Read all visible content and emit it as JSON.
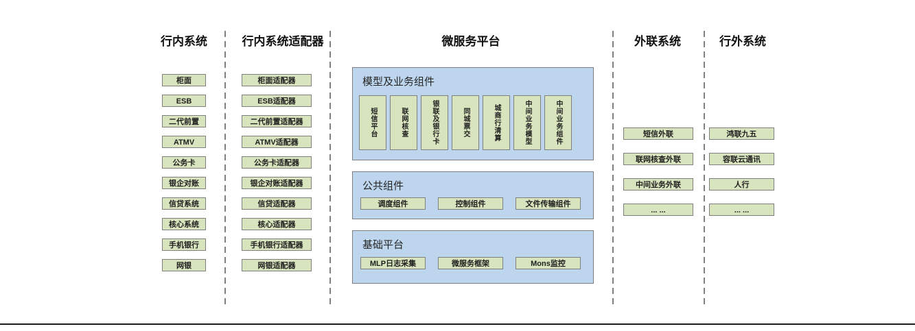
{
  "diagram": {
    "columns": {
      "internal": {
        "title": "行内系统",
        "boxes": [
          "柜面",
          "ESB",
          "二代前置",
          "ATMV",
          "公务卡",
          "银企对账",
          "信贷系统",
          "核心系统",
          "手机银行",
          "网银"
        ]
      },
      "adapters": {
        "title": "行内系统适配器",
        "boxes": [
          "柜面适配器",
          "ESB适配器",
          "二代前置适配器",
          "ATMV适配器",
          "公务卡适配器",
          "银企对账适配器",
          "信贷适配器",
          "核心适配器",
          "手机银行适配器",
          "网银适配器"
        ]
      },
      "platform": {
        "title": "微服务平台",
        "panels": [
          {
            "label": "模型及业务组件",
            "boxes": [
              "短信平台",
              "联网核查",
              "银联及银行卡",
              "同城票交",
              "城商行清算",
              "中间业务模型",
              "中间业务组件"
            ]
          },
          {
            "label": "公共组件",
            "boxes": [
              "调度组件",
              "控制组件",
              "文件传输组件"
            ]
          },
          {
            "label": "基础平台",
            "boxes": [
              "MLP日志采集",
              "微服务框架",
              "Mons监控"
            ]
          }
        ]
      },
      "outreach": {
        "title": "外联系统",
        "boxes": [
          "短信外联",
          "联网核查外联",
          "中间业务外联",
          "... ..."
        ]
      },
      "external": {
        "title": "行外系统",
        "boxes": [
          "鸿联九五",
          "容联云通讯",
          "人行",
          "... ..."
        ]
      }
    },
    "colors": {
      "box_fill": "#d7e4bd",
      "box_border": "#7f7f7f",
      "panel_fill": "#bdd6ee",
      "panel_border": "#7f7f7f",
      "divider": "#808080",
      "baseline": "#1a1a1a",
      "text": "#1f1f1f"
    }
  }
}
